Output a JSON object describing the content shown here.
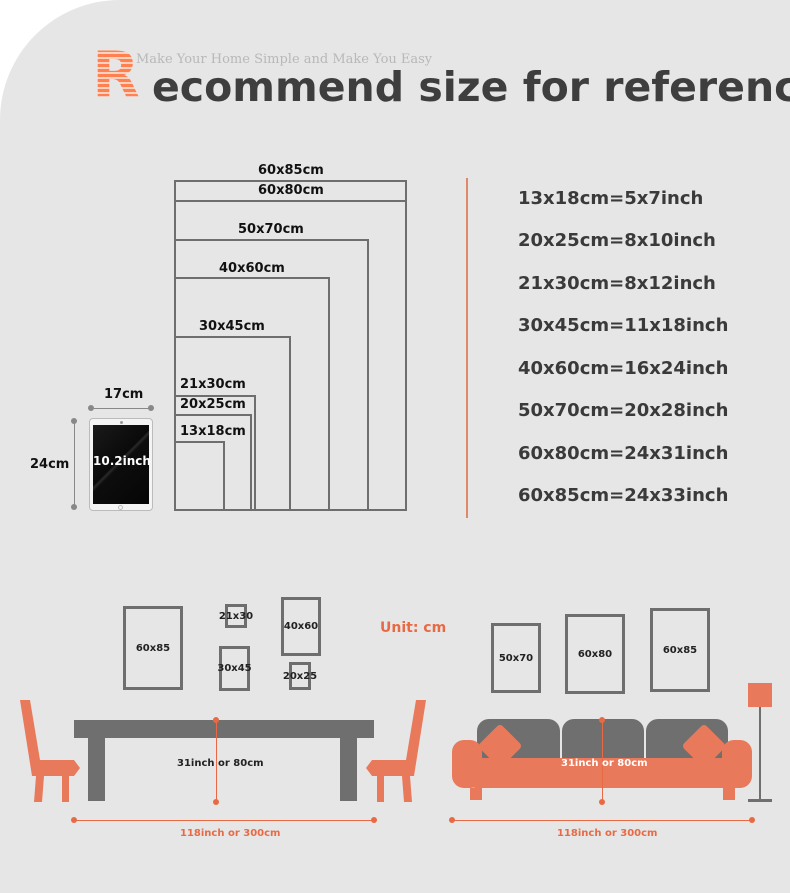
{
  "header": {
    "big_letter": "R",
    "tagline": "Make Your Home Simple and Make You Easy",
    "title": "ecommend size for reference"
  },
  "frames": [
    {
      "label": "60x85cm"
    },
    {
      "label": "60x80cm"
    },
    {
      "label": "50x70cm"
    },
    {
      "label": "40x60cm"
    },
    {
      "label": "30x45cm"
    },
    {
      "label": "21x30cm"
    },
    {
      "label": "20x25cm"
    },
    {
      "label": "13x18cm"
    }
  ],
  "tablet": {
    "width_label": "17cm",
    "height_label": "24cm",
    "screen_label": "10.2inch"
  },
  "conversions": [
    "13x18cm=5x7inch",
    "20x25cm=8x10inch",
    "21x30cm=8x12inch",
    "30x45cm=11x18inch",
    "40x60cm=16x24inch",
    "50x70cm=20x28inch",
    "60x80cm=24x31inch",
    "60x85cm=24x33inch"
  ],
  "unit_label": "Unit: cm",
  "dining_scene": {
    "frames": [
      "60x85",
      "21x30",
      "40x60",
      "30x45",
      "20x25"
    ],
    "height_label": "31inch or 80cm",
    "width_label": "118inch or 300cm"
  },
  "sofa_scene": {
    "frames": [
      "50x70",
      "60x80",
      "60x85"
    ],
    "height_label": "31inch or 80cm",
    "width_label": "118inch or 300cm"
  },
  "colors": {
    "accent": "#e86a45",
    "frame": "#6e6e6e",
    "background": "#e6e6e6",
    "title": "#3e3e3e"
  }
}
